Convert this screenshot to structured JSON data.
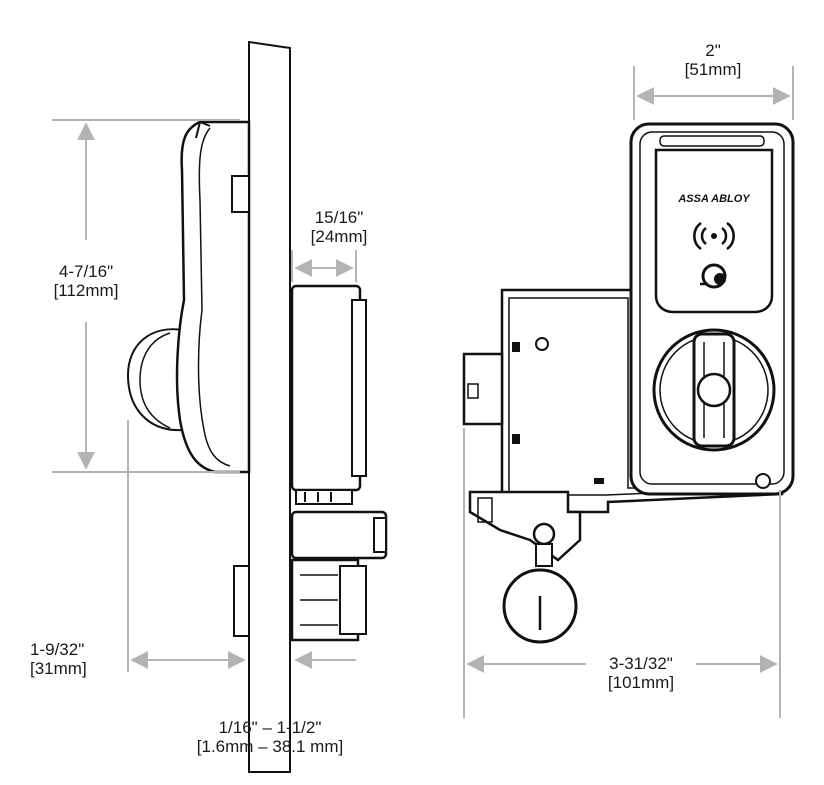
{
  "dimensions": {
    "width": {
      "line1": "2\"",
      "line2": "[51mm]"
    },
    "height": {
      "line1": "4-7/16\"",
      "line2": "[112mm]"
    },
    "projection": {
      "line1": "15/16\"",
      "line2": "[24mm]"
    },
    "setback": {
      "line1": "1-9/32\"",
      "line2": "[31mm]"
    },
    "door_thickness": {
      "line1": "1/16\" – 1-1/2\"",
      "line2": "[1.6mm – 38.1 mm]"
    },
    "depth": {
      "line1": "3-31/32\"",
      "line2": "[101mm]"
    }
  },
  "brand_logo": "ASSA ABLOY",
  "icons": {
    "wireless": "wireless-signal-icon",
    "reader": "reader-logo-icon"
  },
  "colors": {
    "dimension_line": "#b3b3b3",
    "outline": "#111111",
    "body_fill": "#ffffff",
    "text": "#1a1a1a"
  }
}
